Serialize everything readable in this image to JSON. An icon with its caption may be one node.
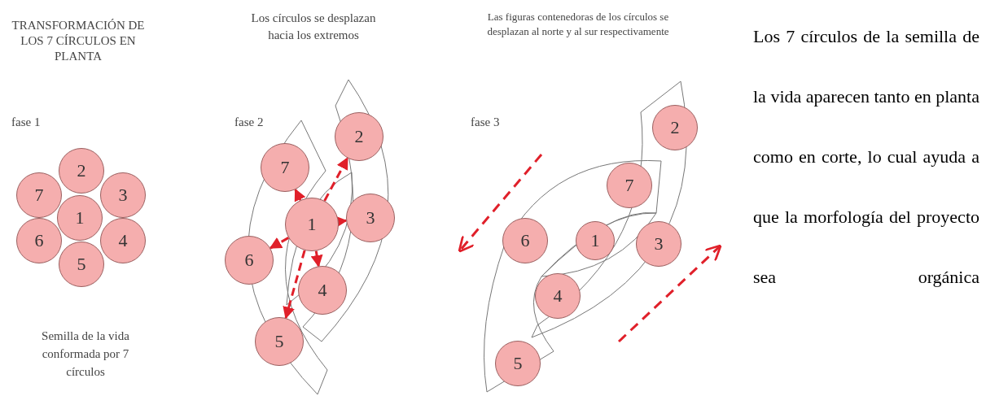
{
  "diagram": {
    "title": "TRANSFORMACIÓN DE LOS 7 CÍRCULOS EN PLANTA",
    "nodes": [
      {
        "text": [
          "1"
        ]
      },
      {
        "text": [
          "2"
        ]
      },
      {
        "text": [
          "3"
        ]
      },
      {
        "text": [
          "4"
        ]
      },
      {
        "text": [
          "5"
        ]
      },
      {
        "text": [
          "6"
        ]
      },
      {
        "text": [
          "7"
        ]
      },
      {
        "text": [
          "1"
        ]
      },
      {
        "text": [
          "2"
        ]
      },
      {
        "text": [
          "3"
        ]
      },
      {
        "text": [
          "4"
        ]
      },
      {
        "text": [
          "5"
        ]
      },
      {
        "text": [
          "6"
        ]
      },
      {
        "text": [
          "7"
        ]
      },
      {
        "text": [
          "1"
        ]
      },
      {
        "text": [
          "2"
        ]
      },
      {
        "text": [
          "3"
        ]
      },
      {
        "text": [
          "4"
        ]
      },
      {
        "text": [
          "5"
        ]
      },
      {
        "text": [
          "6"
        ]
      },
      {
        "text": [
          "7"
        ]
      }
    ],
    "edges": [
      {
        "from": 7,
        "to": 8,
        "arrow": "to",
        "style": "dashed"
      },
      {
        "from": 7,
        "to": 9,
        "arrow": "to",
        "style": "dashed"
      },
      {
        "from": 7,
        "to": 10,
        "arrow": "to",
        "style": "dashed"
      },
      {
        "from": 7,
        "to": 11,
        "arrow": "to",
        "style": "dashed"
      },
      {
        "from": 7,
        "to": 12,
        "arrow": "to",
        "style": "dashed"
      },
      {
        "from": 7,
        "to": 13,
        "arrow": "to"
      }
    ],
    "labels": [
      "fase 1",
      "Semilla de la vida conformada por 7 círculos",
      "Los círculos se desplazan hacia los extremos",
      "fase 2",
      "Las figuras contenedoras de los círculos se desplazan al norte y al sur respectivamente",
      "fase 3",
      "Los 7 círculos de la semilla de la vida aparecen tanto en planta como en corte, lo cual ayuda a que la morfología del proyecto sea orgánica"
    ]
  }
}
